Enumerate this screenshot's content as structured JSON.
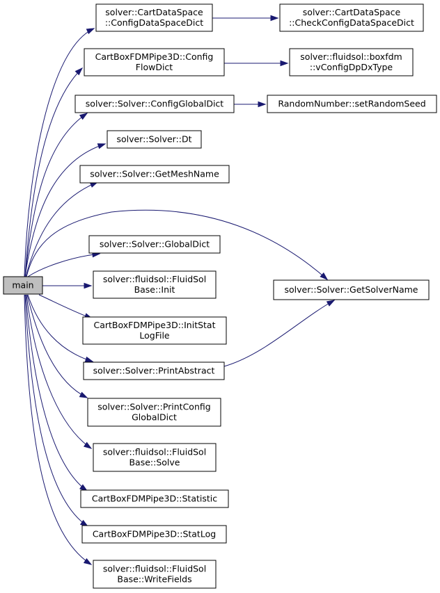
{
  "graph": {
    "edge_color": "#191970",
    "root_fill": "#bfbfbf",
    "nodes": [
      {
        "id": "main",
        "lines": [
          "main"
        ],
        "root": true
      },
      {
        "id": "cds_config",
        "lines": [
          "solver::CartDataSpace",
          "::ConfigDataSpaceDict"
        ]
      },
      {
        "id": "cds_check",
        "lines": [
          "solver::CartDataSpace",
          "::CheckConfigDataSpaceDict"
        ]
      },
      {
        "id": "cbf_configflow",
        "lines": [
          "CartBoxFDMPipe3D::Config",
          "FlowDict"
        ]
      },
      {
        "id": "boxfdm_vconfig",
        "lines": [
          "solver::fluidsol::boxfdm",
          "::vConfigDpDxType"
        ]
      },
      {
        "id": "configglobal",
        "lines": [
          "solver::Solver::ConfigGlobalDict"
        ]
      },
      {
        "id": "randomseed",
        "lines": [
          "RandomNumber::setRandomSeed"
        ]
      },
      {
        "id": "dt",
        "lines": [
          "solver::Solver::Dt"
        ]
      },
      {
        "id": "getmeshname",
        "lines": [
          "solver::Solver::GetMeshName"
        ]
      },
      {
        "id": "globaldict",
        "lines": [
          "solver::Solver::GlobalDict"
        ]
      },
      {
        "id": "getsolvername",
        "lines": [
          "solver::Solver::GetSolverName"
        ]
      },
      {
        "id": "init",
        "lines": [
          "solver::fluidsol::FluidSol",
          "Base::Init"
        ]
      },
      {
        "id": "initstat",
        "lines": [
          "CartBoxFDMPipe3D::InitStat",
          "LogFile"
        ]
      },
      {
        "id": "printabstract",
        "lines": [
          "solver::Solver::PrintAbstract"
        ]
      },
      {
        "id": "printconfig",
        "lines": [
          "solver::Solver::PrintConfig",
          "GlobalDict"
        ]
      },
      {
        "id": "solve",
        "lines": [
          "solver::fluidsol::FluidSol",
          "Base::Solve"
        ]
      },
      {
        "id": "statistic",
        "lines": [
          "CartBoxFDMPipe3D::Statistic"
        ]
      },
      {
        "id": "statlog",
        "lines": [
          "CartBoxFDMPipe3D::StatLog"
        ]
      },
      {
        "id": "writefields",
        "lines": [
          "solver::fluidsol::FluidSol",
          "Base::WriteFields"
        ]
      }
    ],
    "edges": [
      {
        "from": "main",
        "to": "cds_config"
      },
      {
        "from": "cds_config",
        "to": "cds_check"
      },
      {
        "from": "main",
        "to": "cbf_configflow"
      },
      {
        "from": "cbf_configflow",
        "to": "boxfdm_vconfig"
      },
      {
        "from": "main",
        "to": "configglobal"
      },
      {
        "from": "configglobal",
        "to": "randomseed"
      },
      {
        "from": "main",
        "to": "dt"
      },
      {
        "from": "main",
        "to": "getmeshname"
      },
      {
        "from": "main",
        "to": "getsolvername"
      },
      {
        "from": "main",
        "to": "globaldict"
      },
      {
        "from": "main",
        "to": "init"
      },
      {
        "from": "main",
        "to": "initstat"
      },
      {
        "from": "main",
        "to": "printabstract"
      },
      {
        "from": "printabstract",
        "to": "getsolvername"
      },
      {
        "from": "main",
        "to": "printconfig"
      },
      {
        "from": "main",
        "to": "solve"
      },
      {
        "from": "main",
        "to": "statistic"
      },
      {
        "from": "main",
        "to": "statlog"
      },
      {
        "from": "main",
        "to": "writefields"
      }
    ]
  }
}
